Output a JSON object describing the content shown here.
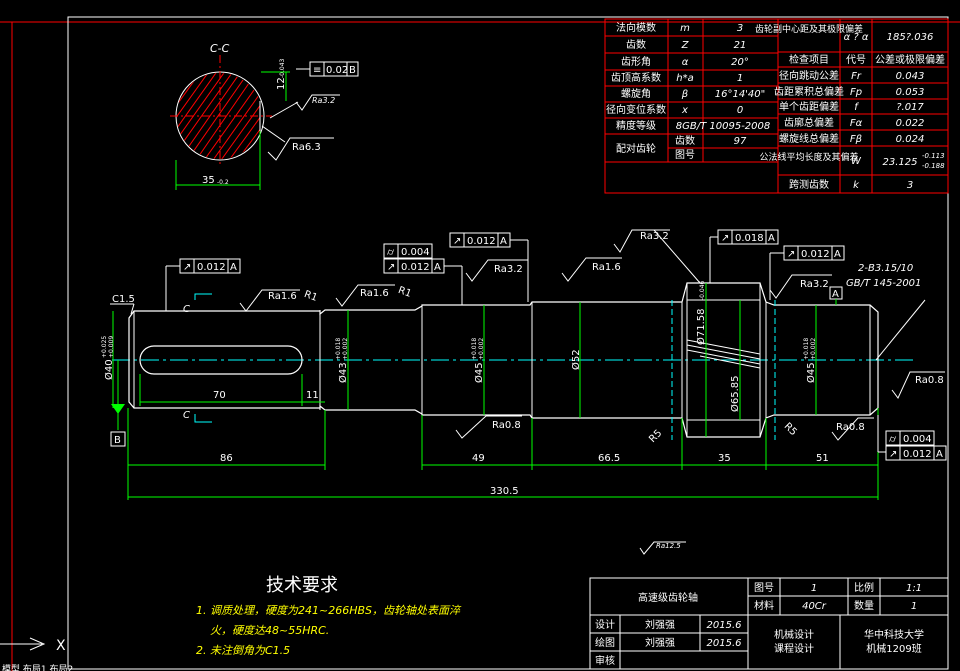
{
  "colors": {
    "background": "#000000",
    "outline": "#ffffff",
    "dimension": "#00ff00",
    "annotation": "#ffff00",
    "table_grid": "#ff0000",
    "table_text": "#ffffff",
    "center_line": "#00ffff",
    "hatch": "#ff0000",
    "border": "#ffffff"
  },
  "gear_table": {
    "left": [
      {
        "label": "法向模数",
        "symbol": "m",
        "value": "3"
      },
      {
        "label": "齿数",
        "symbol": "Z",
        "value": "21"
      },
      {
        "label": "齿形角",
        "symbol": "α",
        "value": "20°"
      },
      {
        "label": "齿顶高系数",
        "symbol": "h*a",
        "value": "1"
      },
      {
        "label": "螺旋角",
        "symbol": "β",
        "value": "16°14'40\""
      },
      {
        "label": "径向变位系数",
        "symbol": "x",
        "value": "0"
      },
      {
        "label": "精度等级",
        "symbol": "",
        "value": "8GB/T 10095-2008"
      },
      {
        "label": "配对齿轮",
        "symbol": "齿数",
        "value": "97"
      },
      {
        "label": "",
        "symbol": "图号",
        "value": ""
      }
    ],
    "right": [
      {
        "label": "齿轮副中心距及其极限偏差",
        "symbol": "α ? α",
        "value": "185?.036"
      },
      {
        "label": "检查项目",
        "symbol": "代号",
        "value": "公差或极限偏差"
      },
      {
        "label": "径向跳动公差",
        "symbol": "Fr",
        "value": "0.043"
      },
      {
        "label": "齿距累积总偏差",
        "symbol": "Fp",
        "value": "0.053"
      },
      {
        "label": "单个齿距偏差",
        "symbol": "f",
        "value": "?.017"
      },
      {
        "label": "齿廓总偏差",
        "symbol": "Fα",
        "value": "0.022"
      },
      {
        "label": "螺旋线总偏差",
        "symbol": "Fβ",
        "value": "0.024"
      },
      {
        "label": "公法线平均长度及其偏差",
        "symbol": "W",
        "value": "23.125",
        "tol_up": "-0.113",
        "tol_down": "-0.188"
      },
      {
        "label": "跨测齿数",
        "symbol": "k",
        "value": "3"
      }
    ]
  },
  "section": {
    "label": "C-C",
    "dim_width": "35",
    "dim_width_tol": "-0.2",
    "dim_depth": "12",
    "dim_depth_tol": "-0.043",
    "gtol_symbol": "≡",
    "gtol_value": "0.02",
    "gtol_datum": "B",
    "ra_1": "Ra3.2",
    "ra_2": "Ra6.3"
  },
  "shaft": {
    "chamfer": "C1.5",
    "section_mark_top": "C",
    "section_mark_bottom": "C",
    "datum_label": "B",
    "dims": {
      "d40": "Ø40",
      "d40_tol_up": "+0.025",
      "d40_tol_dn": "+0.009",
      "d43": "Ø43",
      "d43_tol_up": "+0.018",
      "d43_tol_dn": "+0.002",
      "d45a": "Ø45",
      "d45a_tol_up": "+0.018",
      "d45a_tol_dn": "+0.002",
      "d52": "Ø52",
      "d71": "Ø71.58",
      "d71_tol": "-0.046",
      "d65": "Ø65.85",
      "d45b": "Ø45",
      "d45b_tol_up": "+0.018",
      "d45b_tol_dn": "+0.002",
      "len_70": "70",
      "len_11": "11",
      "len_86": "86",
      "len_49": "49",
      "len_665": "66.5",
      "len_35": "35",
      "len_51": "51",
      "len_3305": "330.5",
      "r5a": "R5",
      "r5b": "R5",
      "r1a": "R1",
      "r1b": "R1"
    },
    "roughness": {
      "ra16_a": "Ra1.6",
      "ra16_b": "Ra1.6",
      "ra32_a": "Ra3.2",
      "ra16_c": "Ra1.6",
      "ra32_b": "Ra3.2",
      "ra32_c": "Ra3.2",
      "ra08_a": "Ra0.8",
      "ra08_b": "Ra0.8",
      "ra08_c": "Ra0.8",
      "ra125": "Ra12.5"
    },
    "gtol": {
      "g1_sym": "↗",
      "g1_val": "0.012",
      "g1_datum": "A",
      "g2_sym": "⌭",
      "g2_val": "0.004",
      "g3_sym": "↗",
      "g3_val": "0.012",
      "g3_datum": "A",
      "g4_sym": "↗",
      "g4_val": "0.012",
      "g4_datum": "A",
      "g5_sym": "↗",
      "g5_val": "0.018",
      "g5_datum": "A",
      "g6_sym": "↗",
      "g6_val": "0.012",
      "g6_datum": "A",
      "g7_sym": "⌭",
      "g7_val": "0.004",
      "g8_sym": "↗",
      "g8_val": "0.012",
      "g8_datum": "A",
      "datum_a": "A"
    },
    "center_hole": "2-B3.15/10",
    "center_hole_std": "GB/T 145-2001"
  },
  "tech": {
    "title": "技术要求",
    "line1": "1. 调质处理，硬度为241~266HBS，齿轮轴处表面淬",
    "line2": "火，硬度达48~55HRC.",
    "line3": "2. 未注倒角为C1.5"
  },
  "title_block": {
    "part_name": "高速级齿轮轴",
    "drawing_no_label": "图号",
    "drawing_no": "1",
    "scale_label": "比例",
    "scale": "1:1",
    "material_label": "材料",
    "material": "40Cr",
    "qty_label": "数量",
    "qty": "1",
    "design_label": "设计",
    "design_name": "刘强强",
    "design_date": "2015.6",
    "draw_label": "绘图",
    "draw_name": "刘强强",
    "draw_date": "2015.6",
    "review_label": "审核",
    "course1": "机械设计",
    "course2": "课程设计",
    "school": "华中科技大学",
    "class": "机械1209班"
  },
  "ucs": {
    "x_label": "X",
    "status": "模型 布局1 布局2"
  }
}
